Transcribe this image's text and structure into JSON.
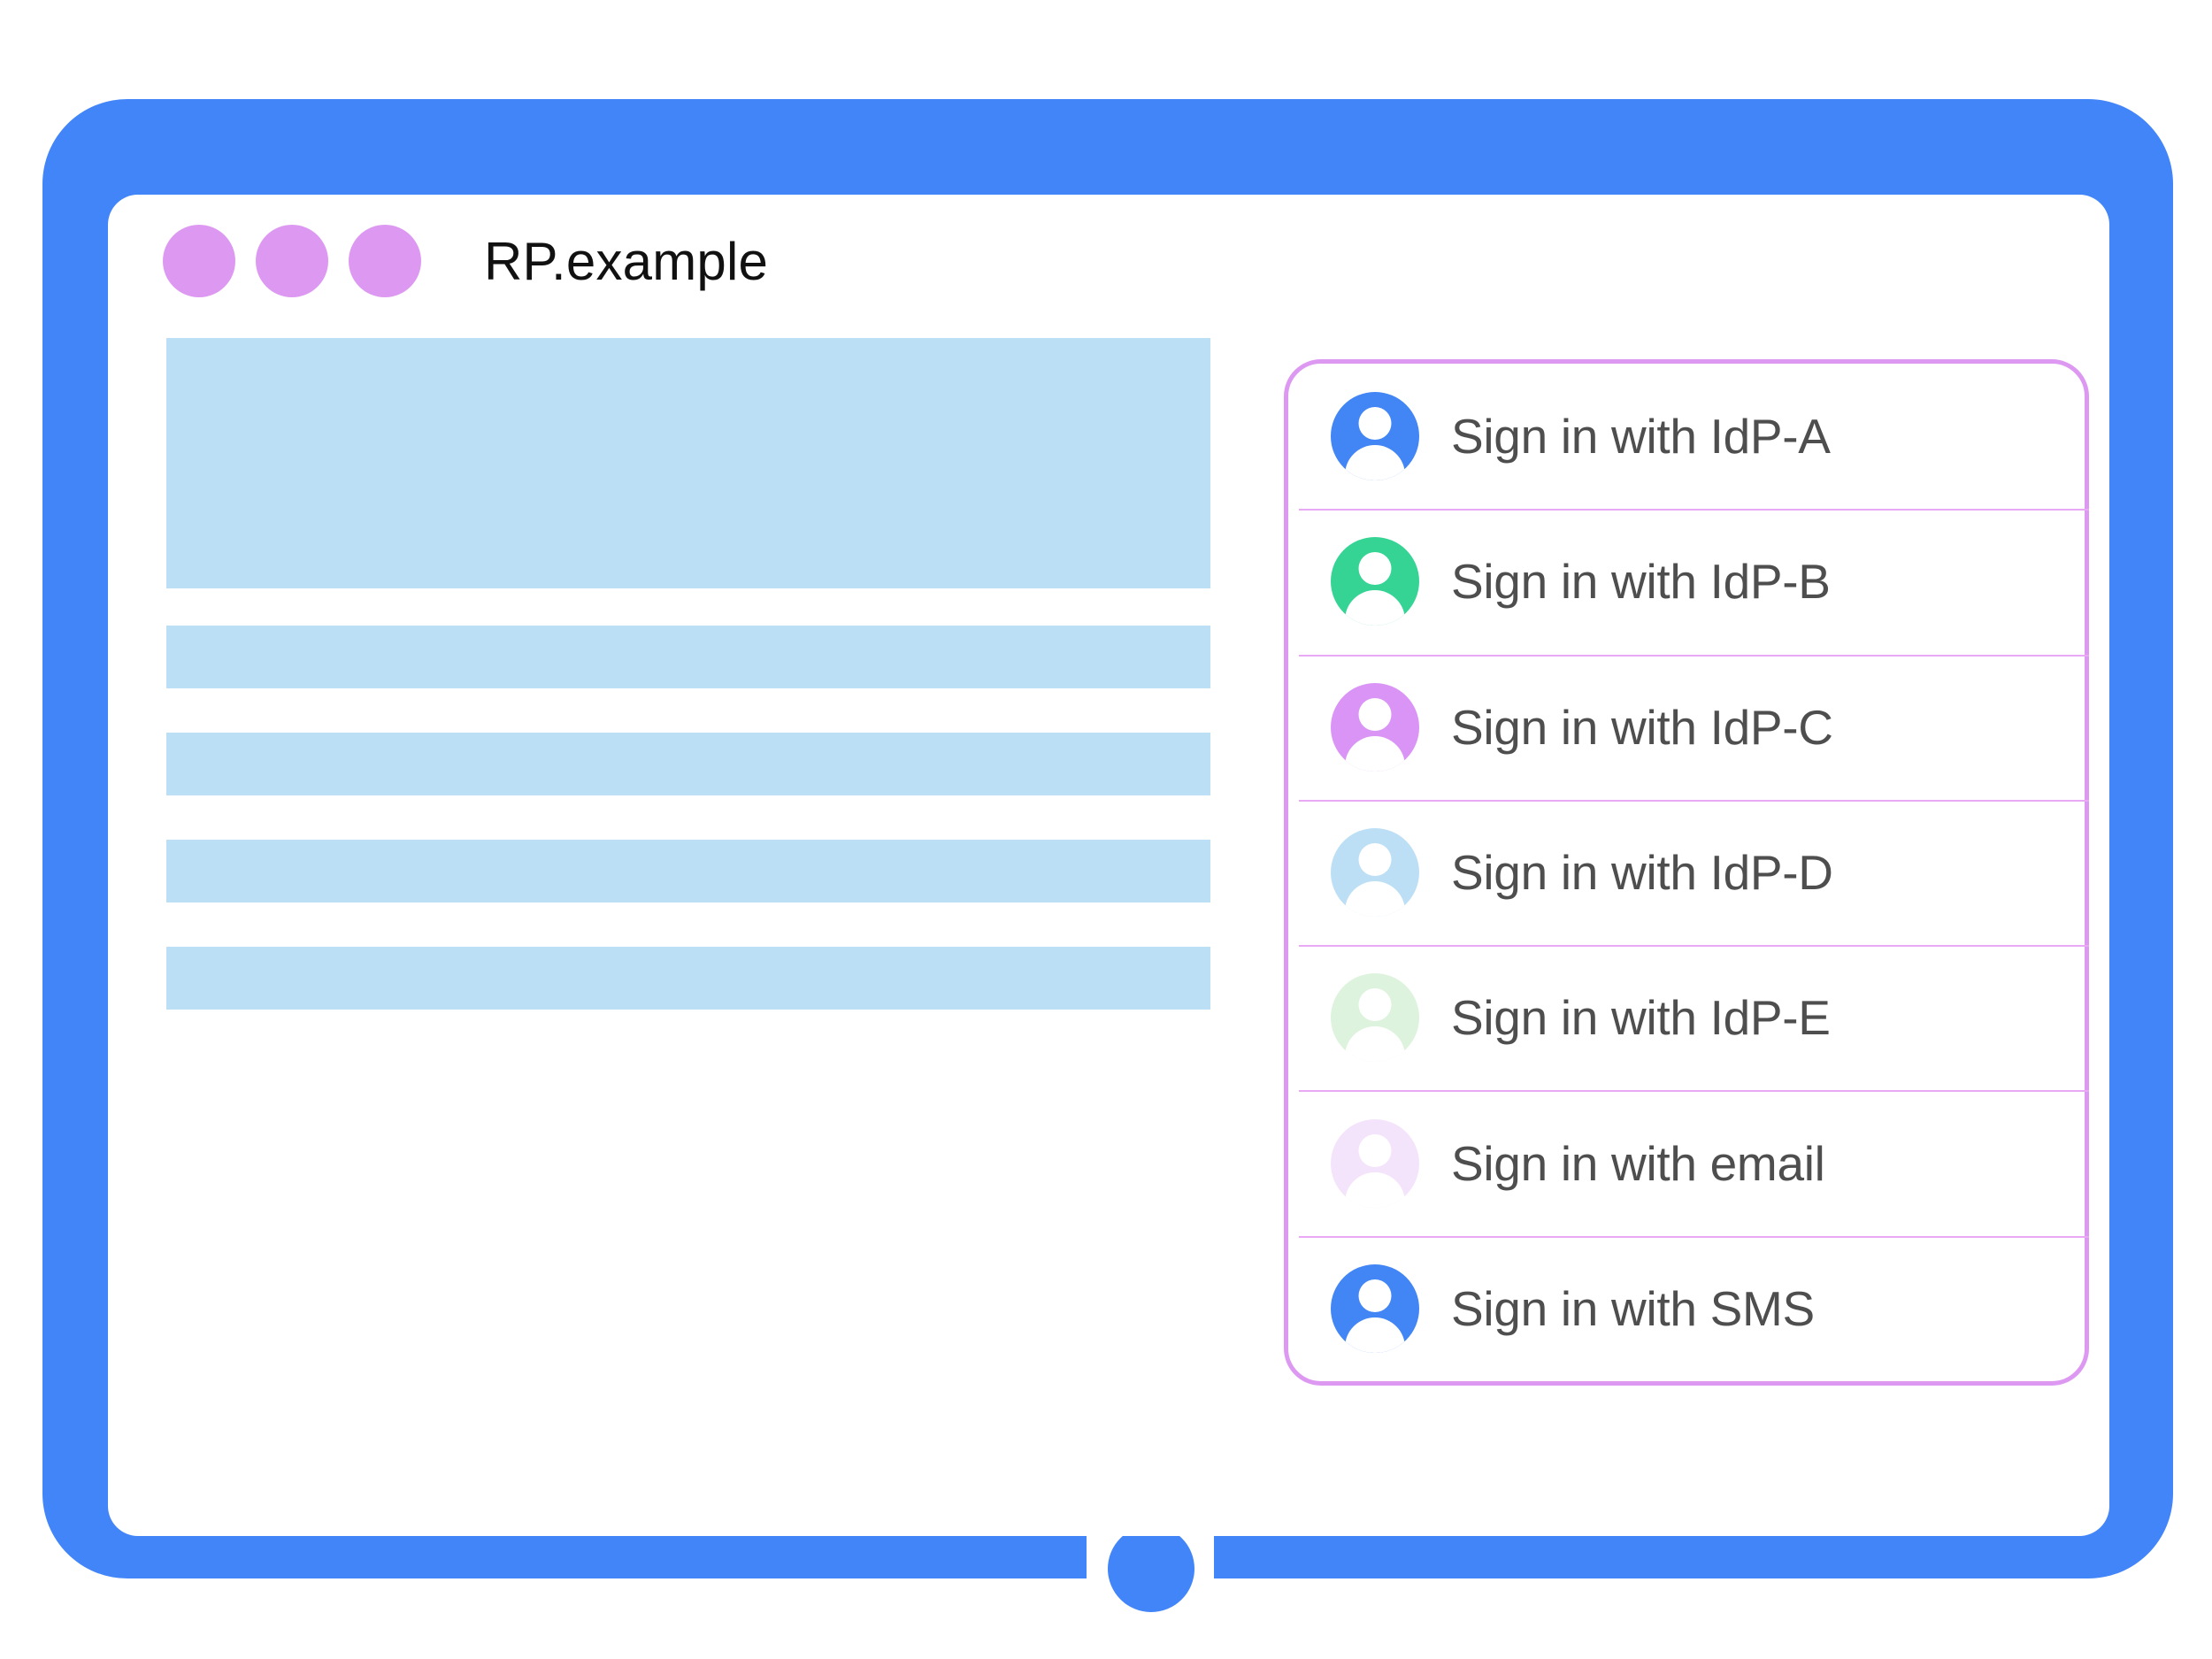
{
  "window": {
    "title": "RP.example",
    "dots": [
      "window-dot-1",
      "window-dot-2",
      "window-dot-3"
    ],
    "dot_color": "#dd99f2"
  },
  "device": {
    "frame_color": "#4285f8",
    "screen_color": "#ffffff",
    "home_button": "home-button"
  },
  "content": {
    "placeholder_color": "#bbdff4",
    "blocks": [
      {
        "name": "hero-placeholder"
      },
      {
        "name": "text-placeholder-1"
      },
      {
        "name": "text-placeholder-2"
      },
      {
        "name": "text-placeholder-3"
      },
      {
        "name": "text-placeholder-4"
      }
    ]
  },
  "account_chooser": {
    "border_color": "#dd99f2",
    "divider_color": "#e9a9f5",
    "label_color": "#4e4e4e",
    "providers": [
      {
        "label": "Sign in with IdP-A",
        "avatar_color": "#4285f4",
        "icon": "person-avatar-icon"
      },
      {
        "label": "Sign in with IdP-B",
        "avatar_color": "#35d494",
        "icon": "person-avatar-icon"
      },
      {
        "label": "Sign in with IdP-C",
        "avatar_color": "#da94f5",
        "icon": "person-avatar-icon"
      },
      {
        "label": "Sign in with IdP-D",
        "avatar_color": "#bcdff5",
        "icon": "person-avatar-icon"
      },
      {
        "label": "Sign in with IdP-E",
        "avatar_color": "#ddf3dd",
        "icon": "person-avatar-icon"
      },
      {
        "label": "Sign in with email",
        "avatar_color": "#f4e4fb",
        "icon": "person-avatar-icon"
      },
      {
        "label": "Sign in with SMS",
        "avatar_color": "#4285f4",
        "icon": "person-avatar-icon"
      }
    ]
  }
}
